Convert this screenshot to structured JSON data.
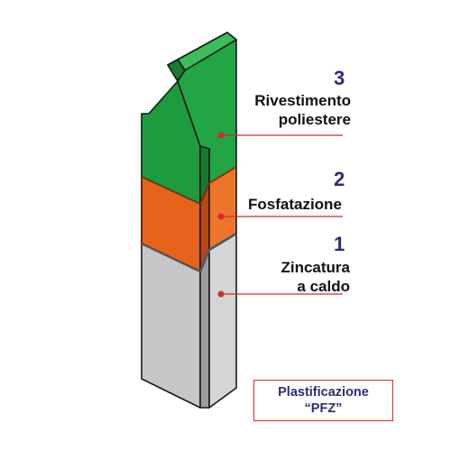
{
  "layers": [
    {
      "number": "3",
      "label_lines": [
        "Rivestimento",
        "poliestere"
      ],
      "color": "#1c9a3c"
    },
    {
      "number": "2",
      "label_lines": [
        "Fosfatazione"
      ],
      "color": "#e8621a"
    },
    {
      "number": "1",
      "label_lines": [
        "Zincatura",
        "a caldo"
      ],
      "color": "#c9cbcd"
    }
  ],
  "badge": {
    "line1": "Plastificazione",
    "line2": "“PFZ”"
  },
  "colors": {
    "number": "#2b2d7a",
    "leader": "#d42a2a",
    "outline": "#1a1a1a"
  }
}
